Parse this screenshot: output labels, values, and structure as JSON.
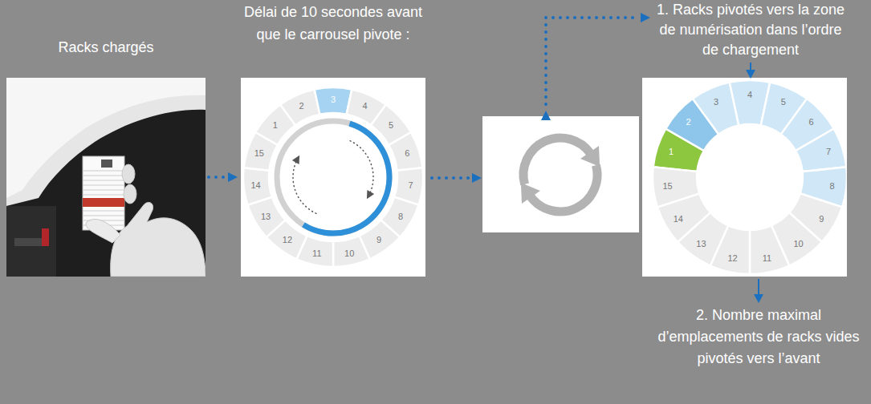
{
  "diagram": {
    "nodes": [
      {
        "text": [
          "Racks chargés"
        ]
      },
      {
        "text": [
          "Délai de 10 secondes avant que le carrousel pivote :"
        ]
      }
    ],
    "edges": [
      {
        "from": 0,
        "to": 1,
        "arrow": "to"
      }
    ],
    "labels": [
      "1",
      "2",
      "3",
      "4",
      "5",
      "6",
      "7",
      "8",
      "9",
      "10",
      "11",
      "12",
      "13",
      "14",
      "15",
      "1. Racks pivotés vers la zone de numérisation dans l’ordre de chargement",
      "1",
      "2",
      "3",
      "4",
      "5",
      "6",
      "7",
      "8",
      "9",
      "10",
      "11",
      "12",
      "13",
      "14",
      "15",
      "2. Nombre maximal d’emplacements de racks vides pivotés vers l’avant"
    ]
  }
}
